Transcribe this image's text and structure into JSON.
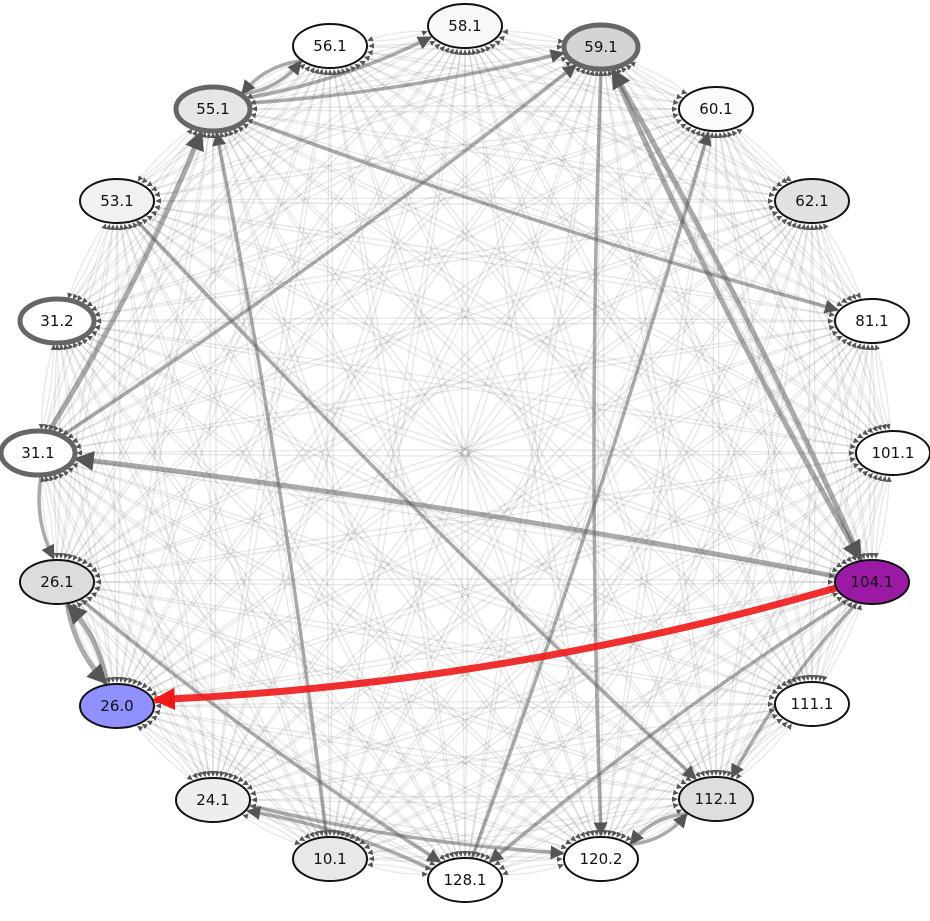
{
  "nodes": [
    {
      "id": "58.1",
      "label": "58.1",
      "fill": "#f8f8f8",
      "emphasis": "normal"
    },
    {
      "id": "59.1",
      "label": "59.1",
      "fill": "#d4d4d4",
      "emphasis": "strong"
    },
    {
      "id": "56.1",
      "label": "56.1",
      "fill": "#ffffff",
      "emphasis": "normal"
    },
    {
      "id": "60.1",
      "label": "60.1",
      "fill": "#fbfbfb",
      "emphasis": "normal"
    },
    {
      "id": "55.1",
      "label": "55.1",
      "fill": "#e6e6e6",
      "emphasis": "strong"
    },
    {
      "id": "62.1",
      "label": "62.1",
      "fill": "#e2e2e2",
      "emphasis": "normal"
    },
    {
      "id": "53.1",
      "label": "53.1",
      "fill": "#f1f1f1",
      "emphasis": "normal"
    },
    {
      "id": "81.1",
      "label": "81.1",
      "fill": "#ffffff",
      "emphasis": "normal"
    },
    {
      "id": "31.2",
      "label": "31.2",
      "fill": "#ffffff",
      "emphasis": "strong"
    },
    {
      "id": "101.1",
      "label": "101.1",
      "fill": "#ffffff",
      "emphasis": "normal"
    },
    {
      "id": "31.1",
      "label": "31.1",
      "fill": "#ffffff",
      "emphasis": "strong"
    },
    {
      "id": "104.1",
      "label": "104.1",
      "fill": "#9b1aa3",
      "emphasis": "normal"
    },
    {
      "id": "26.1",
      "label": "26.1",
      "fill": "#dcdcdc",
      "emphasis": "normal"
    },
    {
      "id": "111.1",
      "label": "111.1",
      "fill": "#ffffff",
      "emphasis": "normal"
    },
    {
      "id": "26.0",
      "label": "26.0",
      "fill": "#9090ff",
      "emphasis": "normal"
    },
    {
      "id": "112.1",
      "label": "112.1",
      "fill": "#dedede",
      "emphasis": "normal"
    },
    {
      "id": "24.1",
      "label": "24.1",
      "fill": "#eeeeee",
      "emphasis": "normal"
    },
    {
      "id": "120.2",
      "label": "120.2",
      "fill": "#ffffff",
      "emphasis": "normal"
    },
    {
      "id": "10.1",
      "label": "10.1",
      "fill": "#e8e8e8",
      "emphasis": "normal"
    },
    {
      "id": "128.1",
      "label": "128.1",
      "fill": "#ffffff",
      "emphasis": "normal"
    }
  ],
  "highlighted_edges": [
    {
      "from": "104.1",
      "to": "26.0",
      "color": "#f01818",
      "weight": "strong"
    }
  ],
  "strong_edges": [
    {
      "from": "104.1",
      "to": "59.1"
    },
    {
      "from": "59.1",
      "to": "104.1"
    },
    {
      "from": "104.1",
      "to": "31.1"
    },
    {
      "from": "26.1",
      "to": "26.0"
    },
    {
      "from": "26.0",
      "to": "26.1"
    },
    {
      "from": "31.1",
      "to": "55.1"
    },
    {
      "from": "31.1",
      "to": "59.1"
    },
    {
      "from": "128.1",
      "to": "60.1"
    },
    {
      "from": "104.1",
      "to": "128.1"
    },
    {
      "from": "104.1",
      "to": "112.1"
    },
    {
      "from": "112.1",
      "to": "120.2"
    },
    {
      "from": "120.2",
      "to": "112.1"
    },
    {
      "from": "55.1",
      "to": "56.1"
    },
    {
      "from": "56.1",
      "to": "55.1"
    },
    {
      "from": "55.1",
      "to": "58.1"
    },
    {
      "from": "53.1",
      "to": "112.1"
    },
    {
      "from": "31.1",
      "to": "26.1"
    },
    {
      "from": "10.1",
      "to": "55.1"
    },
    {
      "from": "59.1",
      "to": "120.2"
    },
    {
      "from": "26.1",
      "to": "128.1"
    },
    {
      "from": "55.1",
      "to": "81.1"
    },
    {
      "from": "128.1",
      "to": "24.1"
    },
    {
      "from": "24.1",
      "to": "120.2"
    },
    {
      "from": "55.1",
      "to": "59.1"
    }
  ],
  "colors": {
    "background": "#ffffff",
    "edge": "#555555",
    "highlight_edge": "#f01818",
    "node_stroke": "#111111",
    "strong_node_stroke": "#666666"
  }
}
